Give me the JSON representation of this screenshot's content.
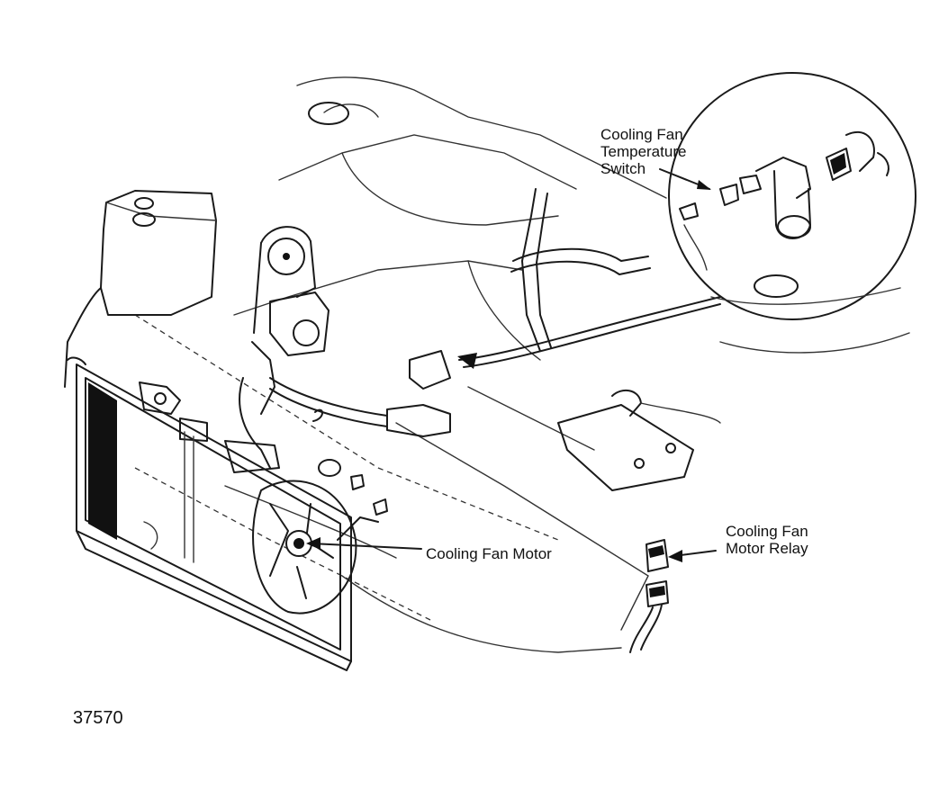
{
  "labels": {
    "temp_switch": [
      "Cooling Fan",
      "Temperature",
      "Switch"
    ],
    "fan_motor": "Cooling Fan Motor",
    "relay": [
      "Cooling Fan",
      "Motor Relay"
    ]
  },
  "figure_number": "37570"
}
